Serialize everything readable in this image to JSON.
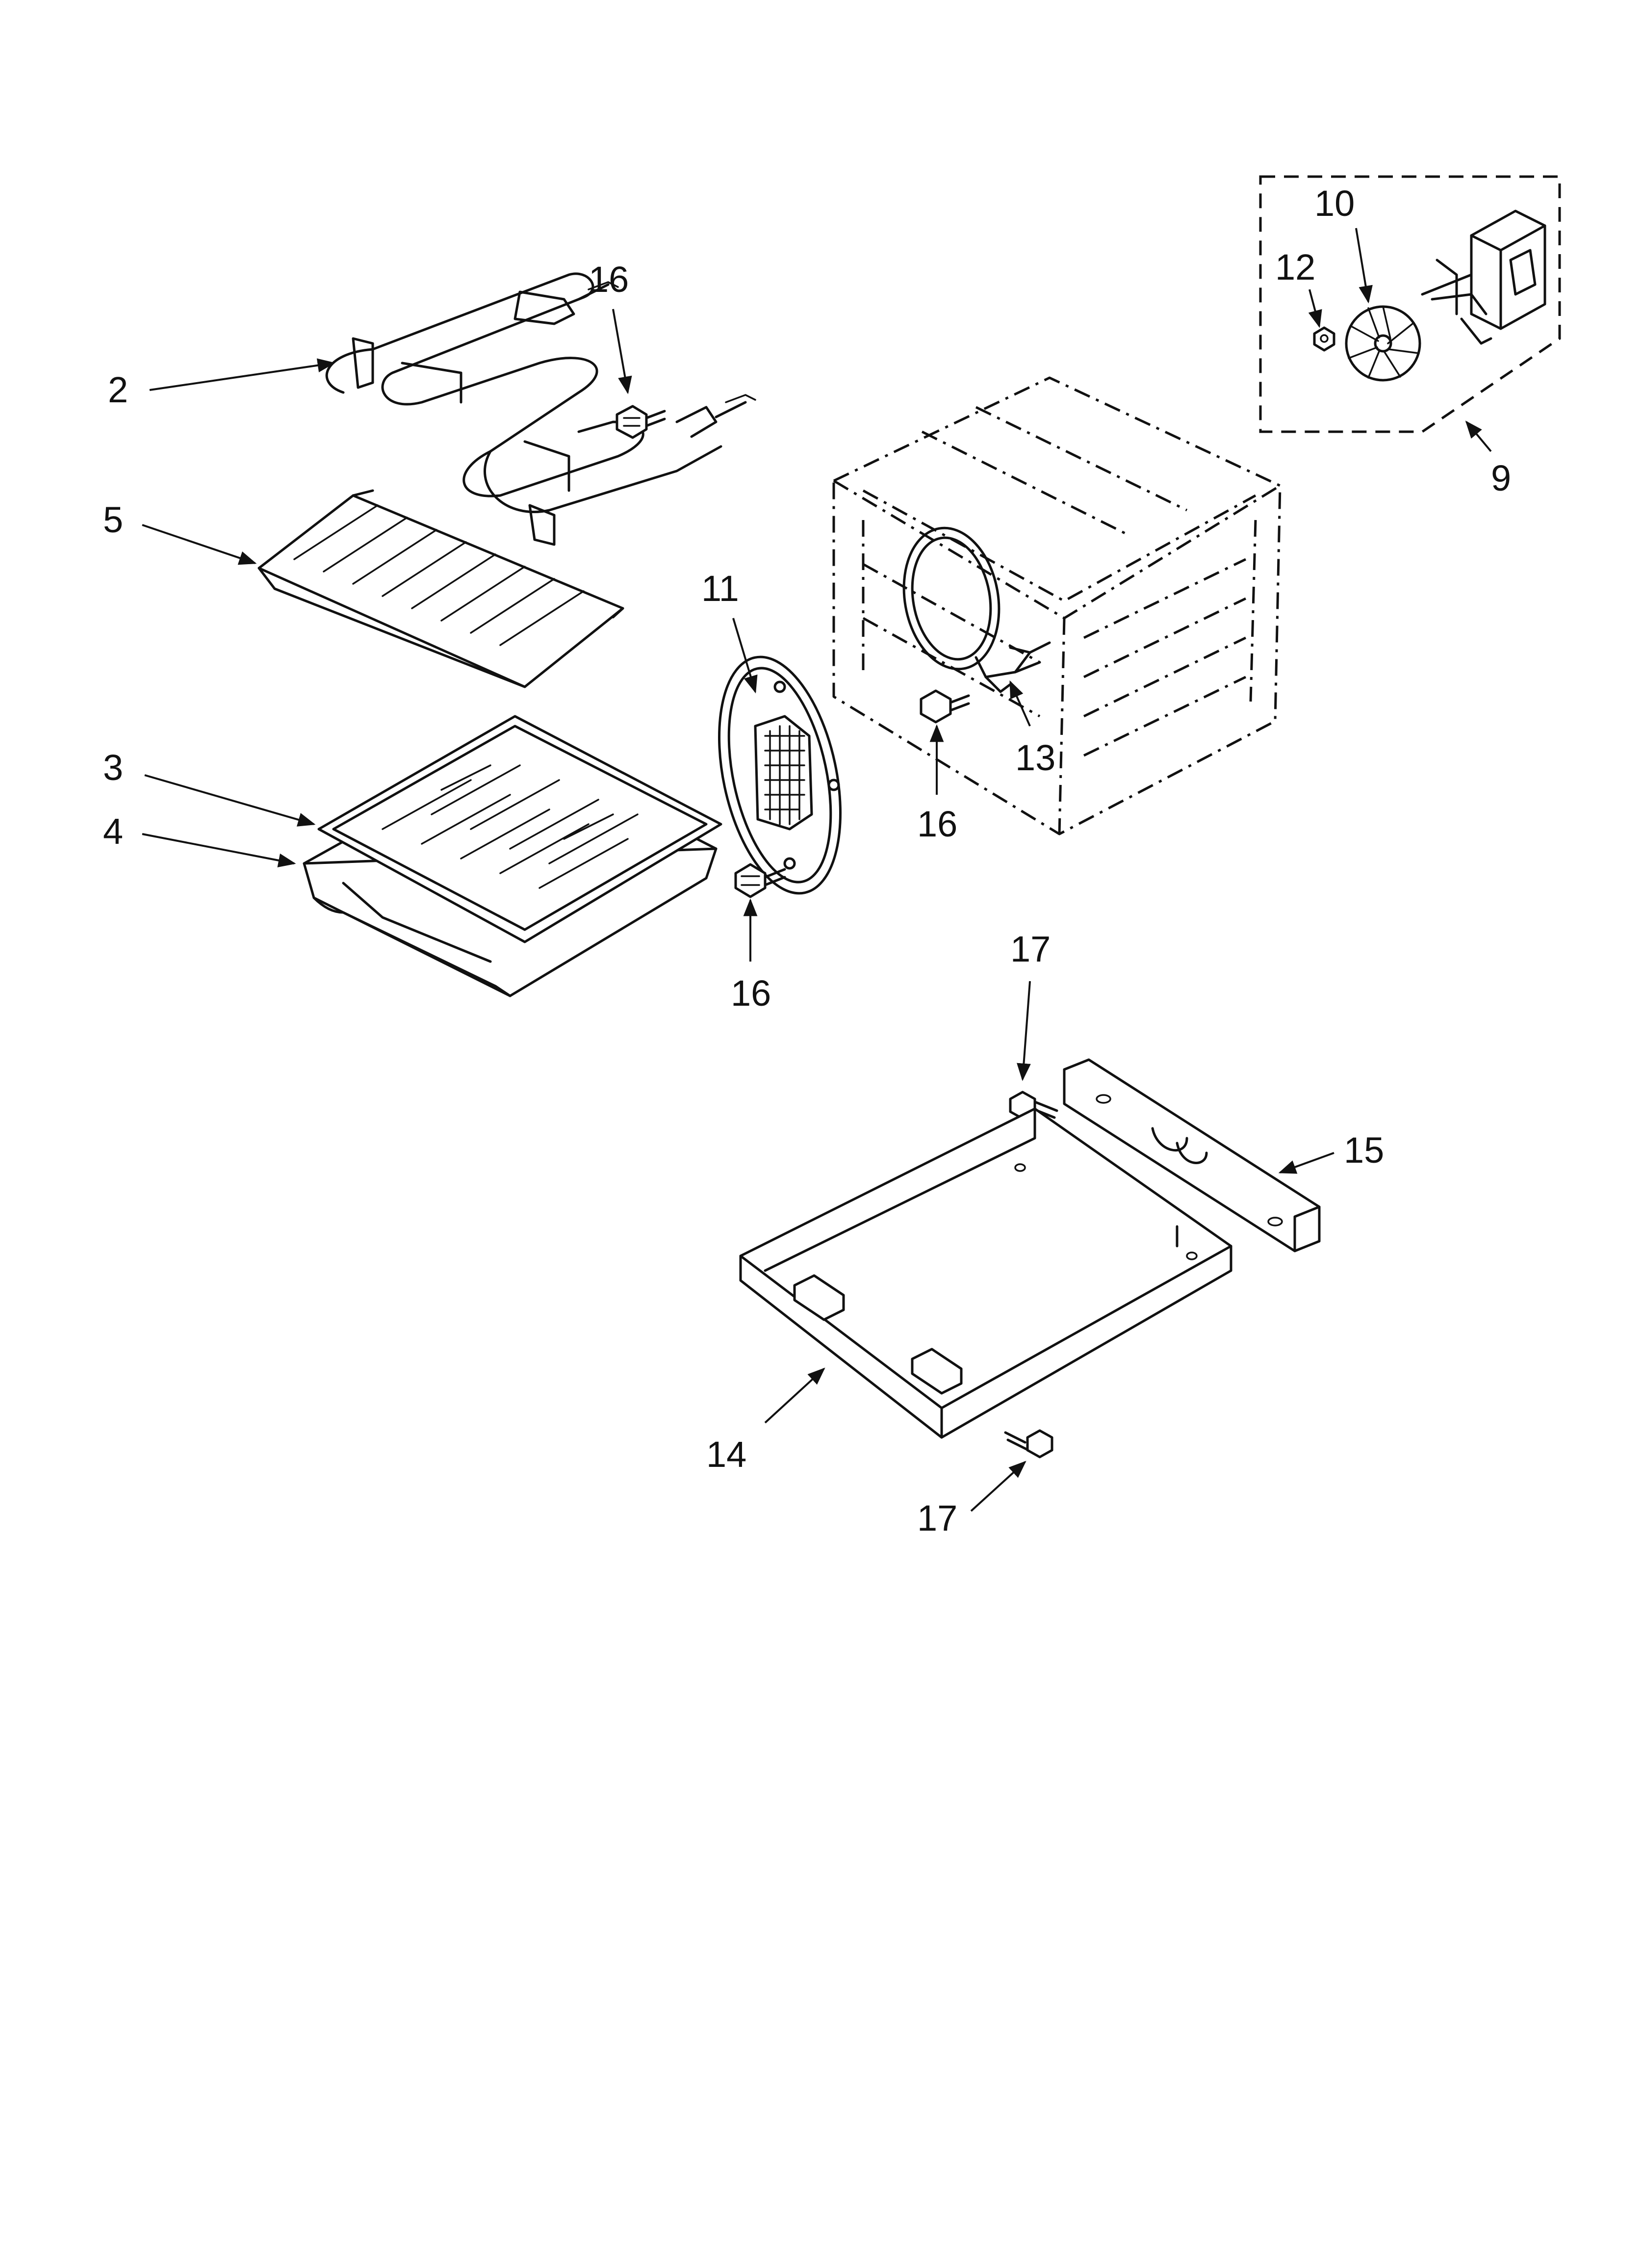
{
  "callouts": {
    "c2": "2",
    "c3": "3",
    "c4": "4",
    "c5": "5",
    "c9": "9",
    "c10": "10",
    "c11": "11",
    "c12": "12",
    "c13": "13",
    "c14": "14",
    "c15": "15",
    "c16a": "16",
    "c16b": "16",
    "c16c": "16",
    "c17a": "17",
    "c17b": "17"
  }
}
